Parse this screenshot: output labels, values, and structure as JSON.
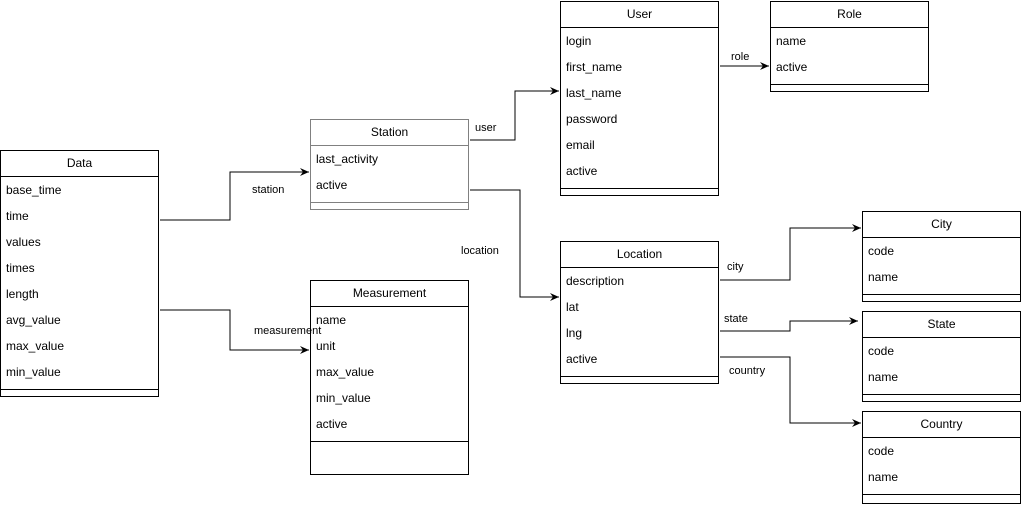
{
  "entities": [
    {
      "id": "data",
      "name": "Data",
      "fields": [
        "base_time",
        "time",
        "values",
        "times",
        "length",
        "avg_value",
        "max_value",
        "min_value"
      ]
    },
    {
      "id": "station",
      "name": "Station",
      "fields": [
        "last_activity",
        "active"
      ]
    },
    {
      "id": "measurement",
      "name": "Measurement",
      "fields": [
        "name",
        "unit",
        "max_value",
        "min_value",
        "active"
      ]
    },
    {
      "id": "user",
      "name": "User",
      "fields": [
        "login",
        "first_name",
        "last_name",
        "password",
        "email",
        "active"
      ]
    },
    {
      "id": "role",
      "name": "Role",
      "fields": [
        "name",
        "active"
      ]
    },
    {
      "id": "location",
      "name": "Location",
      "fields": [
        "description",
        "lat",
        "lng",
        "active"
      ]
    },
    {
      "id": "city",
      "name": "City",
      "fields": [
        "code",
        "name"
      ]
    },
    {
      "id": "state",
      "name": "State",
      "fields": [
        "code",
        "name"
      ]
    },
    {
      "id": "country",
      "name": "Country",
      "fields": [
        "code",
        "name"
      ]
    }
  ],
  "relations": [
    {
      "id": "station",
      "from": "Data",
      "to": "Station",
      "label": "station"
    },
    {
      "id": "measurement",
      "from": "Data",
      "to": "Measurement",
      "label": "measurement"
    },
    {
      "id": "user",
      "from": "Station",
      "to": "User",
      "label": "user"
    },
    {
      "id": "location",
      "from": "Station",
      "to": "Location",
      "label": "location"
    },
    {
      "id": "role",
      "from": "User",
      "to": "Role",
      "label": "role"
    },
    {
      "id": "city",
      "from": "Location",
      "to": "City",
      "label": "city"
    },
    {
      "id": "state",
      "from": "Location",
      "to": "State",
      "label": "state"
    },
    {
      "id": "country",
      "from": "Location",
      "to": "Country",
      "label": "country"
    }
  ]
}
